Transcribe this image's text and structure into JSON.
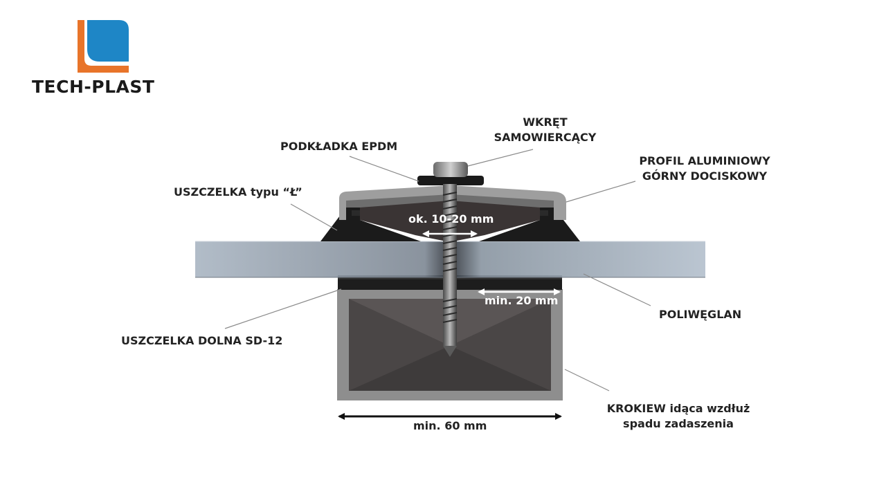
{
  "brand": {
    "name": "TECH-PLAST",
    "colors": {
      "orange": "#e8742a",
      "blue": "#1e86c6",
      "text": "#1a1a1a"
    }
  },
  "labels": {
    "screw_line1": "WKRĘT",
    "screw_line2": "SAMOWIERCĄCY",
    "epdm_washer": "PODKŁADKA EPDM",
    "profile_line1": "PROFIL ALUMINIOWY",
    "profile_line2": "GÓRNY DOCISKOWY",
    "l_gasket": "USZCZELKA typu “Ł”",
    "gap": "ok. 10-20 mm",
    "polycarbonate": "POLIWĘGLAN",
    "min_overlap": "min. 20 mm",
    "bottom_gasket": "USZCZELKA DOLNA SD-12",
    "rafter_line1": "KROKIEW idąca wzdłuż",
    "rafter_line2": "spadu zadaszenia",
    "rafter_width": "min. 60 mm"
  }
}
